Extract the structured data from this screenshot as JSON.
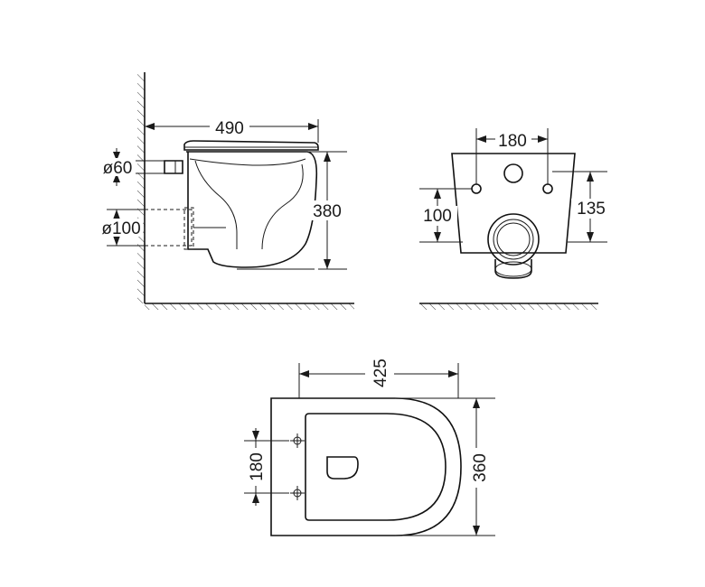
{
  "side_view": {
    "dims": {
      "length": "490",
      "height": "380",
      "inlet_dia": "ø60",
      "outlet_dia": "ø100"
    }
  },
  "rear_view": {
    "dims": {
      "bolt_spacing": "180",
      "left_height": "100",
      "right_height": "135"
    }
  },
  "top_view": {
    "dims": {
      "width": "425",
      "depth": "360",
      "hole_spacing": "180"
    }
  }
}
